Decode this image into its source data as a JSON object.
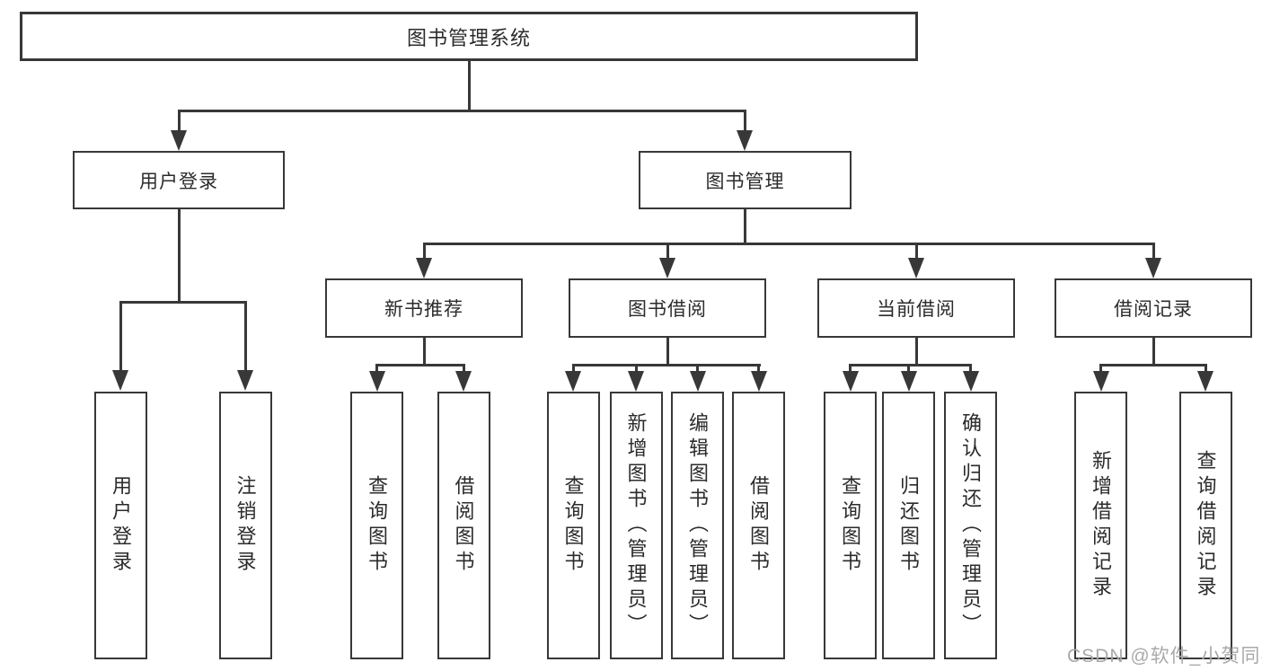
{
  "tree": {
    "root": {
      "label": "图书管理系统"
    },
    "branches": [
      {
        "label": "用户登录",
        "children": [
          {
            "label": "用户登录"
          },
          {
            "label": "注销登录"
          }
        ]
      },
      {
        "label": "图书管理",
        "children": [
          {
            "label": "新书推荐",
            "children": [
              {
                "label": "查询图书"
              },
              {
                "label": "借阅图书"
              }
            ]
          },
          {
            "label": "图书借阅",
            "children": [
              {
                "label": "查询图书"
              },
              {
                "label": "新增图书（管理员）"
              },
              {
                "label": "编辑图书（管理员）"
              },
              {
                "label": "借阅图书"
              }
            ]
          },
          {
            "label": "当前借阅",
            "children": [
              {
                "label": "查询图书"
              },
              {
                "label": "归还图书"
              },
              {
                "label": "确认归还（管理员）"
              }
            ]
          },
          {
            "label": "借阅记录",
            "children": [
              {
                "label": "新增借阅记录"
              },
              {
                "label": "查询借阅记录"
              }
            ]
          }
        ]
      }
    ]
  },
  "watermark": {
    "text": "CSDN @软件_小贺同学"
  },
  "colors": {
    "line": "#383838",
    "box_border": "#383838",
    "box_fill": "#ffffff",
    "text": "#2b2b2b",
    "watermark": "#a9a9a9",
    "background": "#ffffff"
  }
}
